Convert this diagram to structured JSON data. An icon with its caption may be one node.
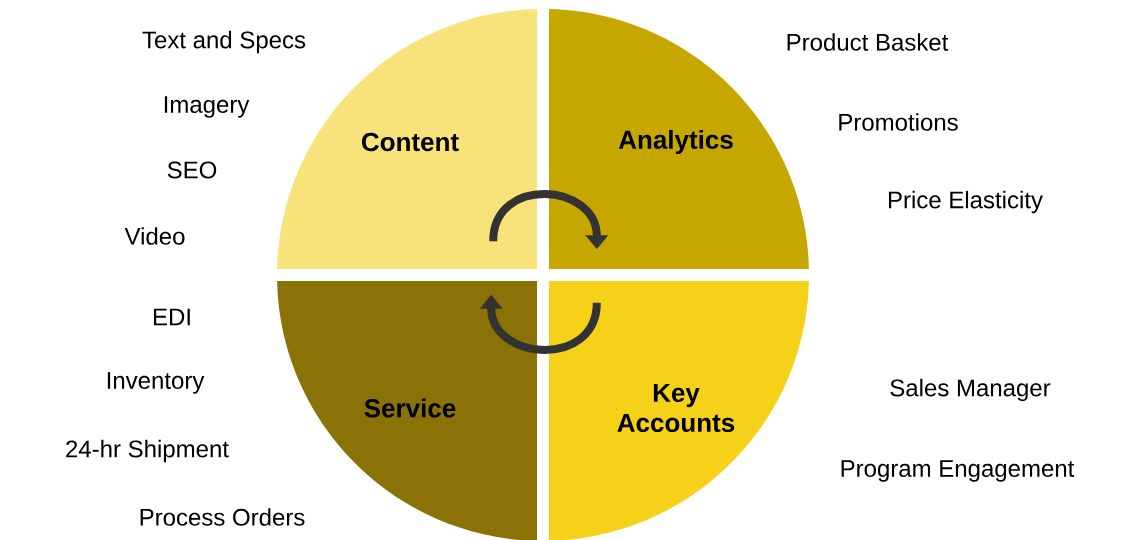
{
  "diagram": {
    "nodes": [
      {
        "text": [
          "Content"
        ],
        "beside": [
          "Text and Specs",
          "Imagery",
          "SEO",
          "Video"
        ]
      },
      {
        "text": [
          "Analytics"
        ],
        "beside": [
          "Product Basket",
          "Promotions",
          "Price Elasticity"
        ]
      },
      {
        "text": [
          "Service"
        ],
        "beside": [
          "EDI",
          "Inventory",
          "24-hr Shipment",
          "Process Orders"
        ]
      },
      {
        "text": [
          "Key Accounts"
        ],
        "beside": [
          "Sales Manager",
          "Program Engagement"
        ]
      }
    ],
    "edges": [
      {
        "from": 0,
        "to": 1,
        "arrow": "to"
      },
      {
        "from": 3,
        "to": 2,
        "arrow": "to"
      }
    ]
  }
}
